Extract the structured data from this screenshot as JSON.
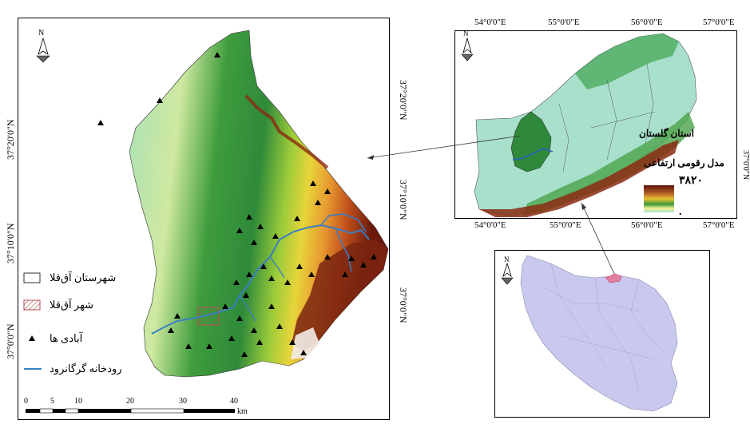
{
  "main_map": {
    "lat_labels_left": [
      "37°20'0\"N",
      "37°10'0\"N",
      "37°0'0\"N"
    ],
    "lat_labels_right": [
      "37°20'0\"N",
      "37°10'0\"N",
      "37°0'0\"N"
    ],
    "legend": {
      "county": "شهرستان آق‌قلا",
      "city": "شهر آق‌قلا",
      "villages": "آبادی ها",
      "river": "رودخانه گرگانرود"
    },
    "scale": {
      "ticks": [
        "0",
        "5",
        "10",
        "20",
        "30",
        "40"
      ],
      "unit": "km"
    },
    "colors": {
      "low": "#8fd8c8",
      "mid": "#2e9a3a",
      "high": "#e8a63a",
      "peak": "#6b1a0c",
      "river": "#3a7fc0"
    }
  },
  "golestan_map": {
    "top_labels": [
      "54°0'0\"E",
      "55°0'0\"E",
      "56°0'0\"E",
      "57°0'0\"E"
    ],
    "bottom_labels": [
      "54°0'0\"E",
      "55°0'0\"E",
      "56°0'0\"E",
      "57°0'0\"E"
    ],
    "right_label": "37°0'0\"N",
    "province_title": "استان گلستان",
    "dem_title": "مدل رقومی ارتفاعی",
    "dem_max": "۳۸۲۰",
    "dem_min": "."
  },
  "iran_map": {
    "fill": "#c9c9f0"
  },
  "north_arrow": "N"
}
